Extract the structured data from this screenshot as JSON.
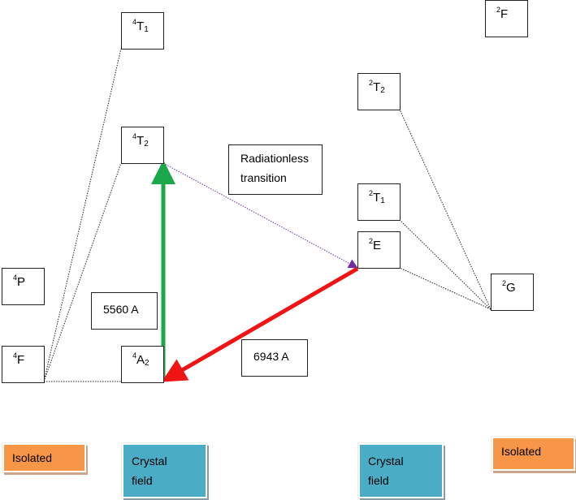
{
  "title": "Ruby laser energy-level diagram (Cr3+)",
  "levels": {
    "4T1": {
      "term": "T",
      "sup": "4",
      "sub": "1"
    },
    "4T2": {
      "term": "T",
      "sup": "4",
      "sub": "2"
    },
    "4P": {
      "term": "P",
      "sup": "4",
      "sub": ""
    },
    "4F": {
      "term": "F",
      "sup": "4",
      "sub": ""
    },
    "4A2": {
      "term": "A",
      "sup": "4",
      "sub": "2"
    },
    "2F": {
      "term": "F",
      "sup": "2",
      "sub": ""
    },
    "2T2": {
      "term": "T",
      "sup": "2",
      "sub": "2"
    },
    "2T1": {
      "term": "T",
      "sup": "2",
      "sub": "1"
    },
    "2E": {
      "term": "E",
      "sup": "2",
      "sub": ""
    },
    "2G": {
      "term": "G",
      "sup": "2",
      "sub": ""
    }
  },
  "annotations": {
    "absorption": "5560 A",
    "emission": "6943 A",
    "radiationless_line1": "Radiationless",
    "radiationless_line2": "transition"
  },
  "legend": {
    "left_isolated": "Isolated",
    "left_crystal_line1": "Crystal",
    "left_crystal_line2": "field",
    "right_crystal_line1": "Crystal",
    "right_crystal_line2": "field",
    "right_isolated": "Isolated"
  },
  "colors": {
    "absorption_arrow": "#1aa84a",
    "emission_arrow": "#f01414",
    "radiationless_arrow": "#7030a0",
    "isolated_fill": "#f79646",
    "crystal_fill": "#4bacc6"
  }
}
